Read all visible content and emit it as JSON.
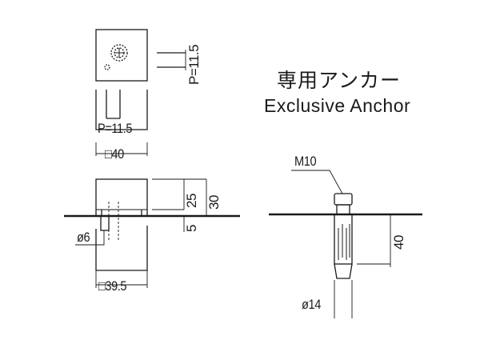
{
  "title": {
    "japanese": "専用アンカー",
    "english": "Exclusive Anchor"
  },
  "dimensions": {
    "top_view_pitch": "P=11.5",
    "side_view_pitch": "P=11.5",
    "width_square": "□40",
    "height_top": "25",
    "height_total": "30",
    "embed_depth": "5",
    "hole_diameter": "ø6",
    "base_square": "□39.5",
    "bolt_size": "M10",
    "anchor_depth": "40",
    "anchor_diameter": "ø14"
  },
  "colors": {
    "line": "#1a1a1a",
    "text": "#1a1a1a"
  }
}
